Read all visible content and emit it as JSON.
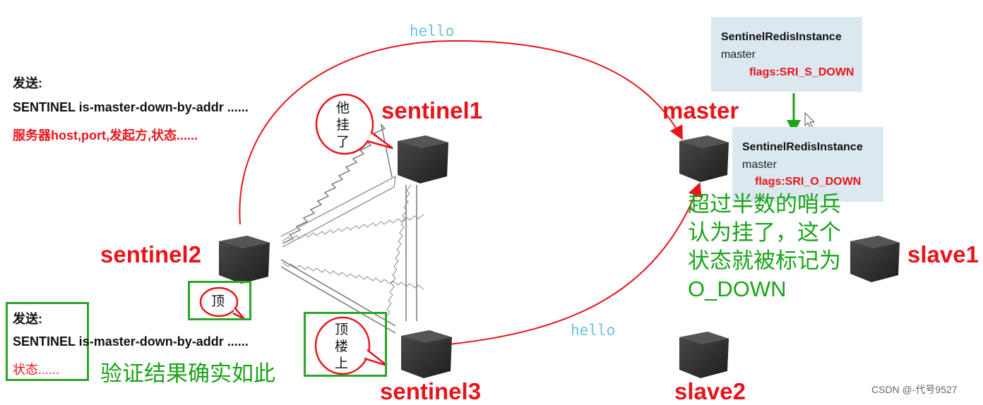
{
  "hello_top": "hello",
  "hello_bottom": "hello",
  "nodes": {
    "sentinel1": "sentinel1",
    "sentinel2": "sentinel2",
    "sentinel3": "sentinel3",
    "master": "master",
    "slave1": "slave1",
    "slave2": "slave2"
  },
  "send_top": {
    "title": "发送:",
    "command": "SENTINEL is-master-down-by-addr ......",
    "params": "服务器host,port,发起方,状态......"
  },
  "send_bottom": {
    "title": "发送:",
    "command": "SENTINEL is-master-down-by-addr ......",
    "params": "状态......"
  },
  "bubbles": {
    "sentinel1": "他\n挂\n了",
    "sentinel2": "顶",
    "sentinel3": "顶\n楼\n上"
  },
  "instance_box_1": {
    "class_name": "SentinelRedisInstance",
    "role": "master",
    "flags": "flags:SRI_S_DOWN"
  },
  "instance_box_2": {
    "class_name": "SentinelRedisInstance",
    "role": "master",
    "flags": "flags:SRI_O_DOWN"
  },
  "odown_note": "超过半数的哨兵\n认为挂了，这个\n状态就被标记为\nO_DOWN",
  "verify_note": "验证结果确实如此",
  "watermark": "CSDN @-代号9527",
  "colors": {
    "red": "#e8141b",
    "green": "#1aa31a",
    "hello": "#6cc3dc",
    "box": "#dbe8ef",
    "server": "#2e2e2e"
  }
}
